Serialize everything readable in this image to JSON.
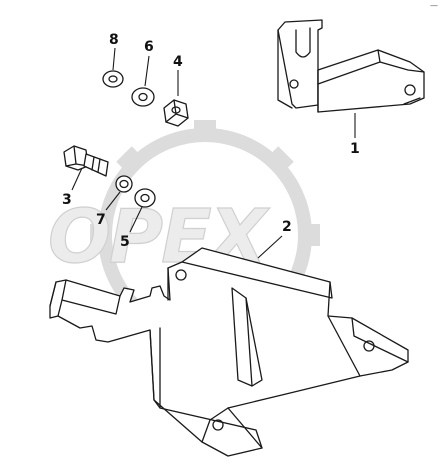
{
  "watermark": {
    "text": "OPEX"
  },
  "corner_mark": "—",
  "callouts": [
    {
      "id": "1",
      "label": "1"
    },
    {
      "id": "2",
      "label": "2"
    },
    {
      "id": "3",
      "label": "3"
    },
    {
      "id": "4",
      "label": "4"
    },
    {
      "id": "5",
      "label": "5"
    },
    {
      "id": "6",
      "label": "6"
    },
    {
      "id": "7",
      "label": "7"
    },
    {
      "id": "8",
      "label": "8"
    }
  ],
  "colors": {
    "line": "#1a1a1a",
    "watermark": "#dcdcdc",
    "background": "#ffffff"
  }
}
